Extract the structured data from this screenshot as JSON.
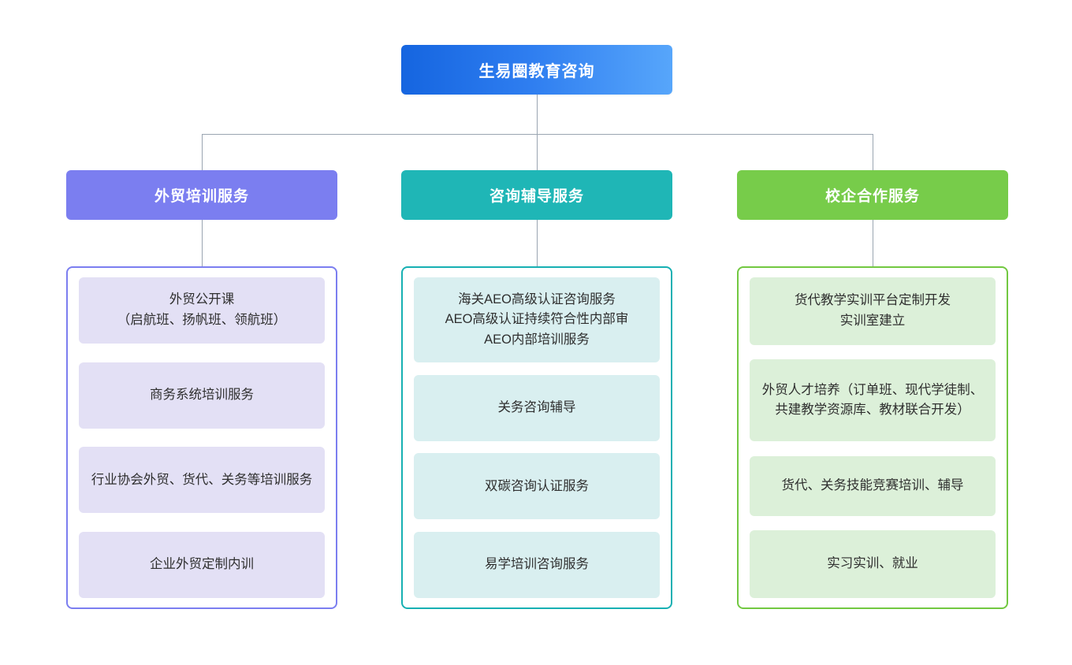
{
  "diagram": {
    "type": "org-chart",
    "orientation": "top-down",
    "levels": 3,
    "connector_color": "#9aa5b1",
    "background": "#ffffff"
  },
  "root": {
    "label": "生易圈教育咨询",
    "gradient_from": "#1565e0",
    "gradient_to": "#57a6fb",
    "text_color": "#ffffff"
  },
  "columns": [
    {
      "id": "foreign-trade-training",
      "header": "外贸培训服务",
      "accent": "#7b7ef0",
      "leaf_background": "#e3e0f5",
      "items": [
        "外贸公开课\n（启航班、扬帆班、领航班）",
        "商务系统培训服务",
        "行业协会外贸、货代、关务等培训服务",
        "企业外贸定制内训"
      ]
    },
    {
      "id": "consulting-tutoring",
      "header": "咨询辅导服务",
      "accent": "#1fb6b6",
      "leaf_background": "#d9eff0",
      "items": [
        "海关AEO高级认证咨询服务\nAEO高级认证持续符合性内部审\nAEO内部培训服务",
        "关务咨询辅导",
        "双碳咨询认证服务",
        "易学培训咨询服务"
      ]
    },
    {
      "id": "school-enterprise-cooperation",
      "header": "校企合作服务",
      "accent": "#77cc4a",
      "leaf_background": "#dcf0d9",
      "items": [
        "货代教学实训平台定制开发\n实训室建立",
        "外贸人才培养（订单班、现代学徒制、共建教学资源库、教材联合开发）",
        "货代、关务技能竞赛培训、辅导",
        "实习实训、就业"
      ]
    }
  ]
}
